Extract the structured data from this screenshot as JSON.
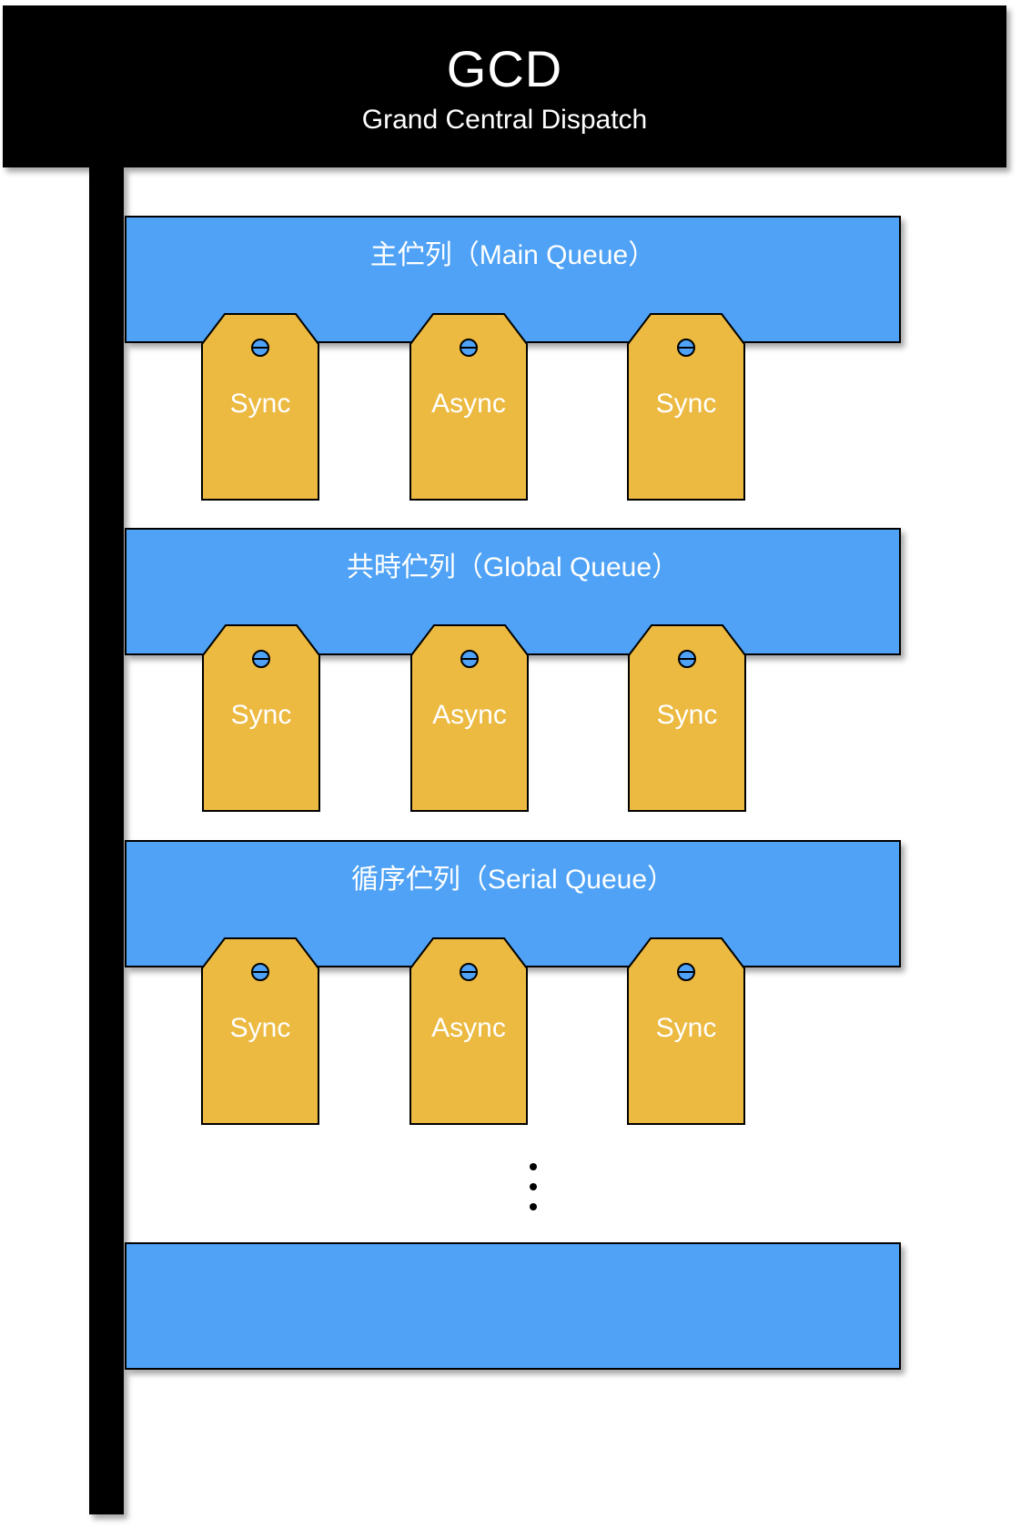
{
  "header": {
    "title": "GCD",
    "subtitle": "Grand Central Dispatch"
  },
  "queues": [
    {
      "label": "主伫列（Main Queue）",
      "tasks": [
        "Sync",
        "Async",
        "Sync"
      ]
    },
    {
      "label": "共時伫列（Global Queue）",
      "tasks": [
        "Sync",
        "Async",
        "Sync"
      ]
    },
    {
      "label": "循序伫列（Serial Queue）",
      "tasks": [
        "Sync",
        "Async",
        "Sync"
      ]
    },
    {
      "label": "",
      "tasks": []
    }
  ],
  "colors": {
    "header": "#000000",
    "queue": "#4fa2f5",
    "tag": "#ecb941",
    "text": "#ffffff"
  },
  "icons": {
    "tag_hole": "tag-hole-icon",
    "ellipsis": "vertical-ellipsis-icon"
  }
}
